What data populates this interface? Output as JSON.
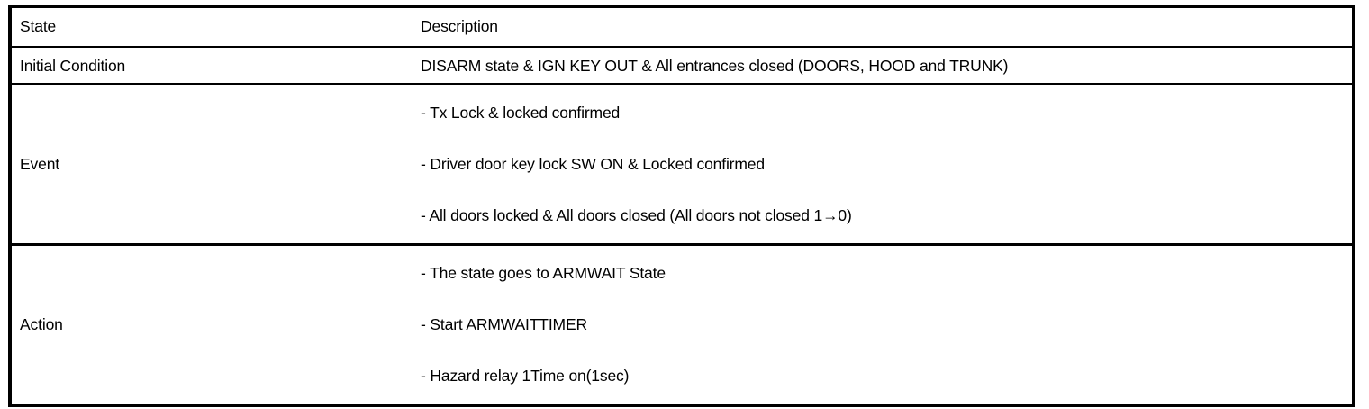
{
  "table": {
    "columns": [
      "State",
      "Description"
    ],
    "rows": [
      {
        "state": "Initial Condition",
        "kind": "single",
        "description": "DISARM state & IGN KEY OUT & All entrances closed (DOORS, HOOD and TRUNK)"
      },
      {
        "state": "Event",
        "kind": "bullets",
        "items": [
          "-  Tx Lock & locked confirmed",
          "-  Driver door key lock SW ON & Locked confirmed",
          "-  All doors locked & All doors closed (All doors not closed 1→0)"
        ]
      },
      {
        "state": "Action",
        "kind": "bullets",
        "items": [
          "-  The state goes to ARMWAIT State",
          "-  Start ARMWAITTIMER",
          "-  Hazard relay 1Time on(1sec)"
        ]
      }
    ]
  },
  "colors": {
    "border": "#000000",
    "text": "#000000",
    "background": "#ffffff"
  }
}
